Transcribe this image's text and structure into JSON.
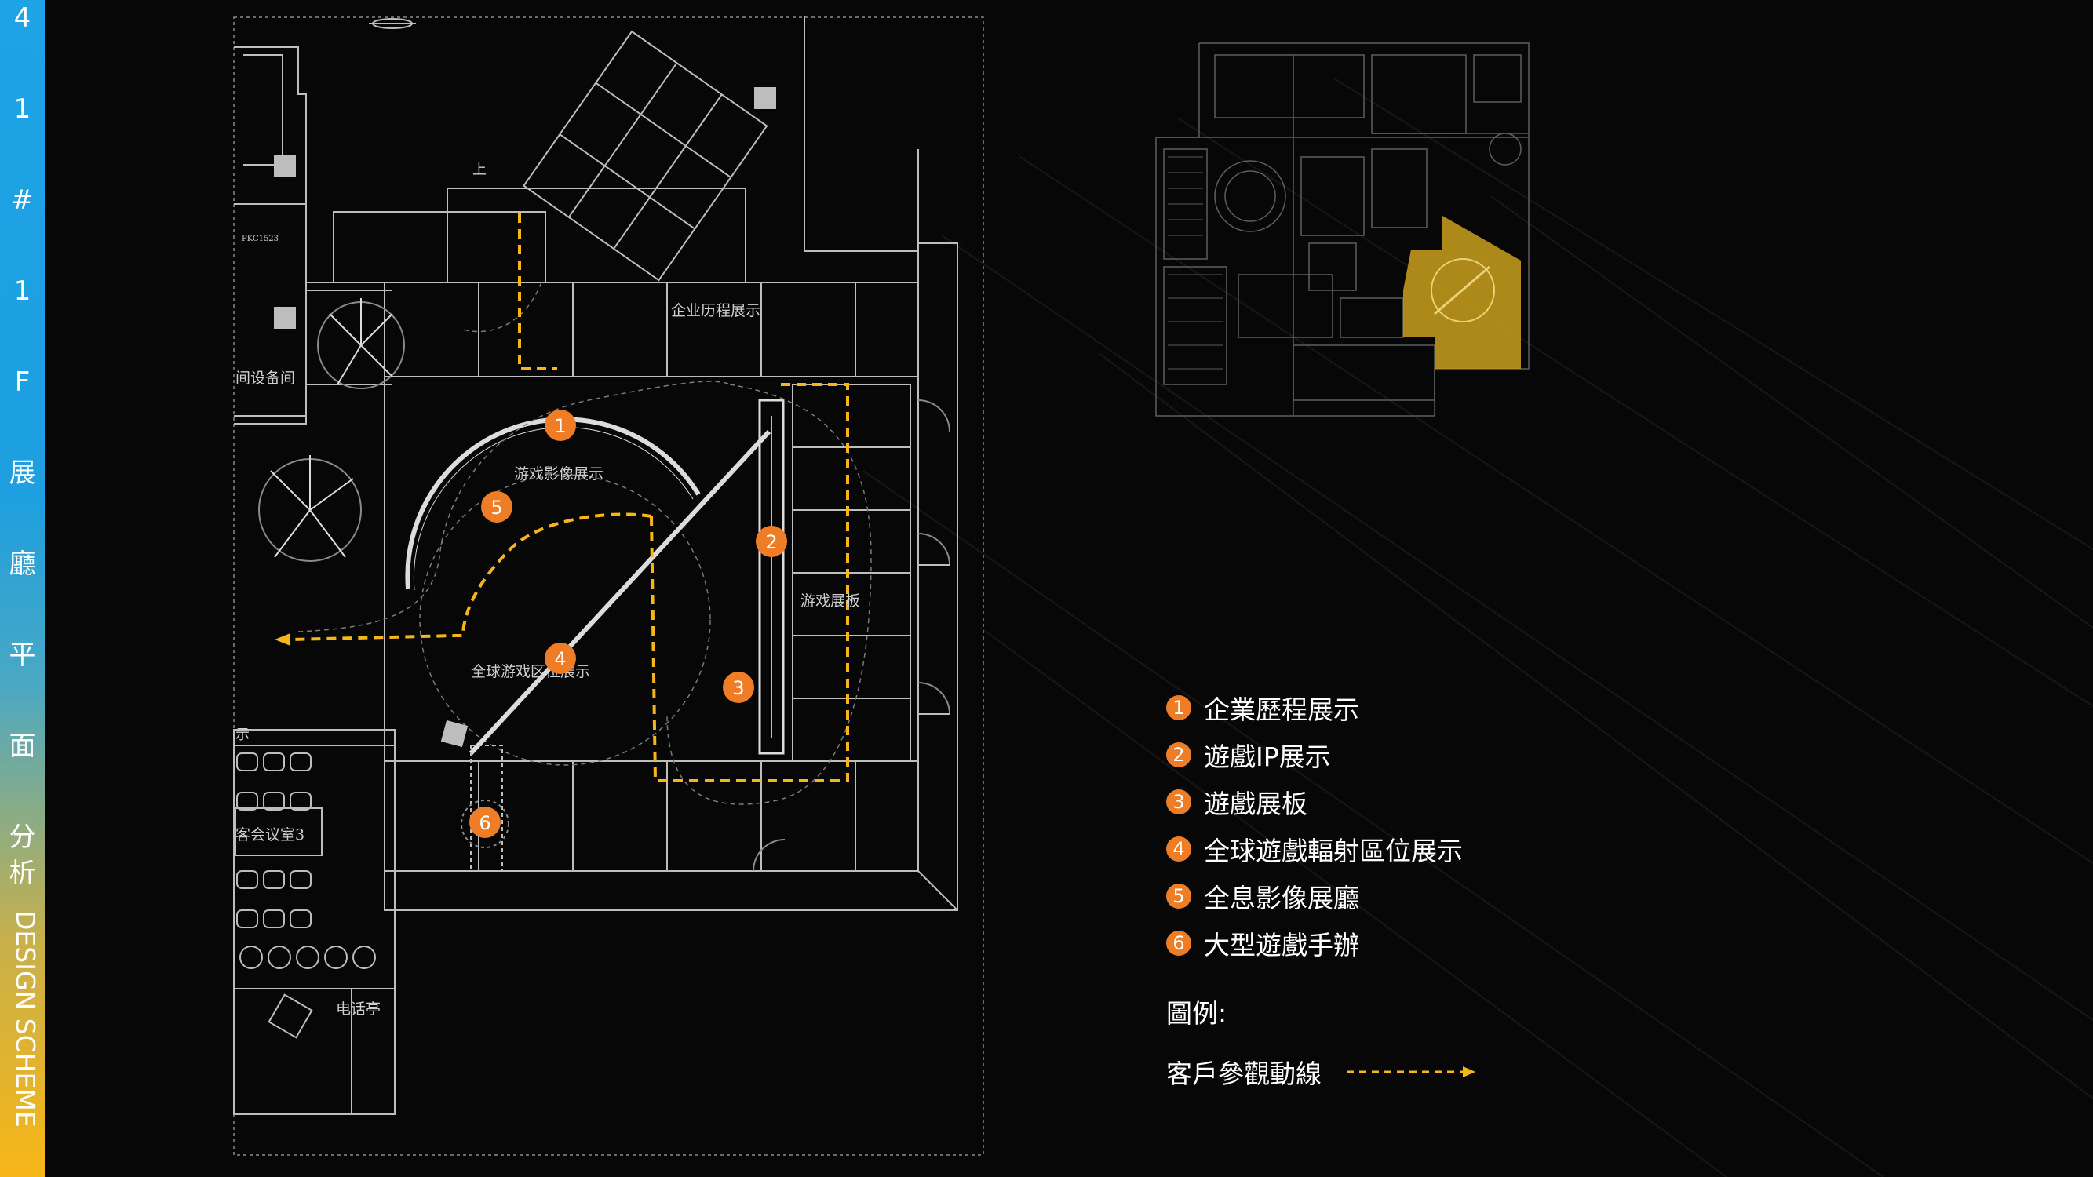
{
  "sidebar": {
    "chars": [
      "4",
      "1",
      "#",
      "1",
      "F",
      "展",
      "廳",
      "平",
      "面",
      "分",
      "析"
    ],
    "english": "DESIGN SCHEME",
    "gradient_top": "#1da3e6",
    "gradient_bottom": "#f7b617"
  },
  "floorplan": {
    "labels": {
      "corporate_history": "企业历程展示",
      "hologram": "游戏影像展示",
      "global_games": "全球游戏区位展示",
      "game_board": "游戏展板",
      "equipment_room": "间设备间",
      "meeting_room": "客会议室3",
      "phone_booth": "电话亭",
      "pkc": "PKC1523",
      "up": "上",
      "display_partial": "示"
    },
    "markers": [
      "1",
      "2",
      "3",
      "4",
      "5",
      "6"
    ],
    "route_color": "#f7b617",
    "marker_color": "#ef7d25"
  },
  "keyplan": {
    "highlight_color": "#c9a01c"
  },
  "legend": {
    "items": [
      {
        "num": "1",
        "label": "企業歷程展示"
      },
      {
        "num": "2",
        "label": "遊戲IP展示"
      },
      {
        "num": "3",
        "label": "遊戲展板"
      },
      {
        "num": "4",
        "label": "全球遊戲輻射區位展示"
      },
      {
        "num": "5",
        "label": "全息影像展廳"
      },
      {
        "num": "6",
        "label": "大型遊戲手辦"
      }
    ],
    "key_title": "圖例:",
    "route_label": "客戶參觀動線"
  }
}
